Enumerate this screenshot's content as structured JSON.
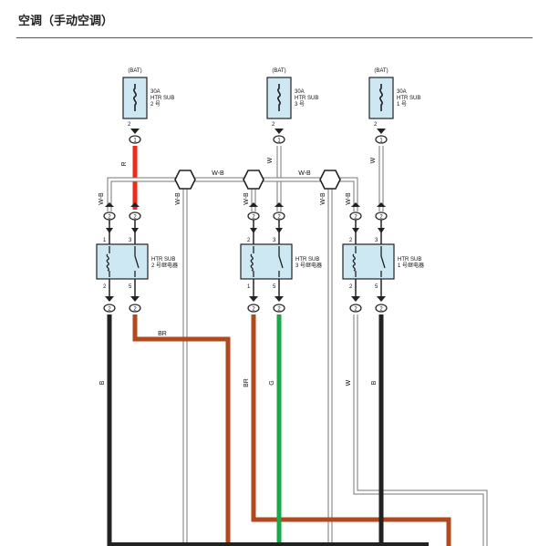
{
  "header": {
    "title": "空调（手动空调）"
  },
  "diagram": {
    "fuses": [
      {
        "supply": "(BAT)",
        "rating": "30A",
        "name": "HTR SUB",
        "number": "2 号",
        "pin": "2",
        "connector": "1"
      },
      {
        "supply": "(BAT)",
        "rating": "30A",
        "name": "HTR SUB",
        "number": "3 号",
        "pin": "2",
        "connector": "1"
      },
      {
        "supply": "(BAT)",
        "rating": "30A",
        "name": "HTR SUB",
        "number": "1 号",
        "pin": "2",
        "connector": "1"
      }
    ],
    "relays": [
      {
        "name": "HTR SUB",
        "number": "2 号继电器",
        "pins": [
          "1",
          "3",
          "2",
          "5"
        ],
        "connectors": [
          "2",
          "2",
          "2",
          "2"
        ]
      },
      {
        "name": "HTR SUB",
        "number": "3 号继电器",
        "pins": [
          "2",
          "3",
          "1",
          "5"
        ],
        "connectors": [
          "2",
          "2",
          "2",
          "2"
        ]
      },
      {
        "name": "HTR SUB",
        "number": "1 号继电器",
        "pins": [
          "2",
          "3",
          "2",
          "5"
        ],
        "connectors": [
          "2",
          "2",
          "2",
          "2"
        ]
      }
    ],
    "wire_labels": {
      "r": "R",
      "w": "W",
      "wb": "W-B",
      "b": "B",
      "br": "BR",
      "g": "G"
    },
    "colors": {
      "red": "#ee2a1b",
      "brown": "#b04a1e",
      "green": "#1aa84a",
      "black": "#222222",
      "gray": "#888888",
      "relay_fill": "#cde8f2"
    }
  }
}
